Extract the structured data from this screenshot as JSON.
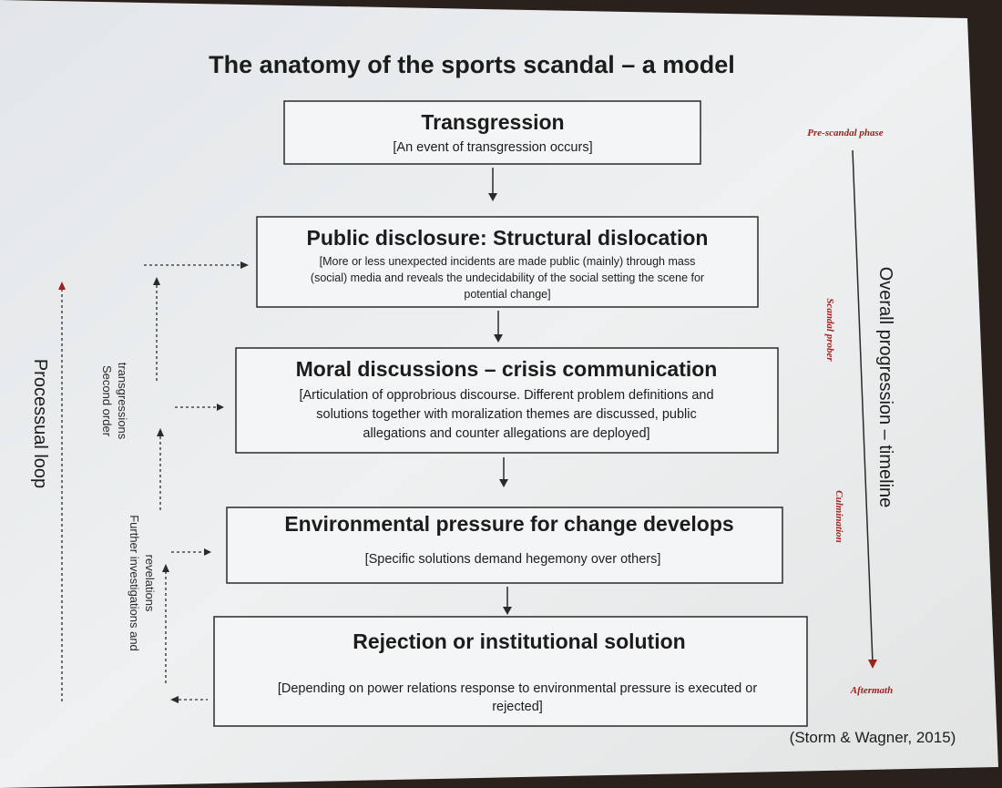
{
  "title": "The anatomy of the sports scandal – a model",
  "boxes": [
    {
      "title": "Transgression",
      "body": [
        "[An event of transgression occurs]"
      ]
    },
    {
      "title": "Public disclosure: Structural dislocation",
      "body": [
        "[More or less unexpected incidents are made public (mainly) through mass",
        "(social) media and reveals  the undecidability of the social setting the scene for",
        "potential change]"
      ]
    },
    {
      "title": "Moral discussions – crisis communication",
      "body": [
        "[Articulation of opprobrious discourse. Different problem definitions and",
        "solutions together with moralization themes are discussed, public",
        "allegations and counter allegations are deployed]"
      ]
    },
    {
      "title": "Environmental pressure for change develops",
      "body": [
        "[Specific solutions demand hegemony over others]"
      ]
    },
    {
      "title": "Rejection or institutional solution",
      "body": [
        "[Depending on power relations response to environmental  pressure is executed or",
        "rejected]"
      ]
    }
  ],
  "timeline": {
    "label": "Overall progression – timeline",
    "phases": [
      "Pre-scandal phase",
      "Scandal prober",
      "Culmination",
      "Aftermath"
    ]
  },
  "left": {
    "processual_loop": "Processual loop",
    "second_order": [
      "Second order",
      "transgressions"
    ],
    "further": [
      "Further investigations and",
      "revelations"
    ]
  },
  "citation": "(Storm & Wagner, 2015)",
  "colors": {
    "accent_red": "#a02020",
    "slide_bg": "#eceef0",
    "outer_bg": "#2a211d"
  }
}
